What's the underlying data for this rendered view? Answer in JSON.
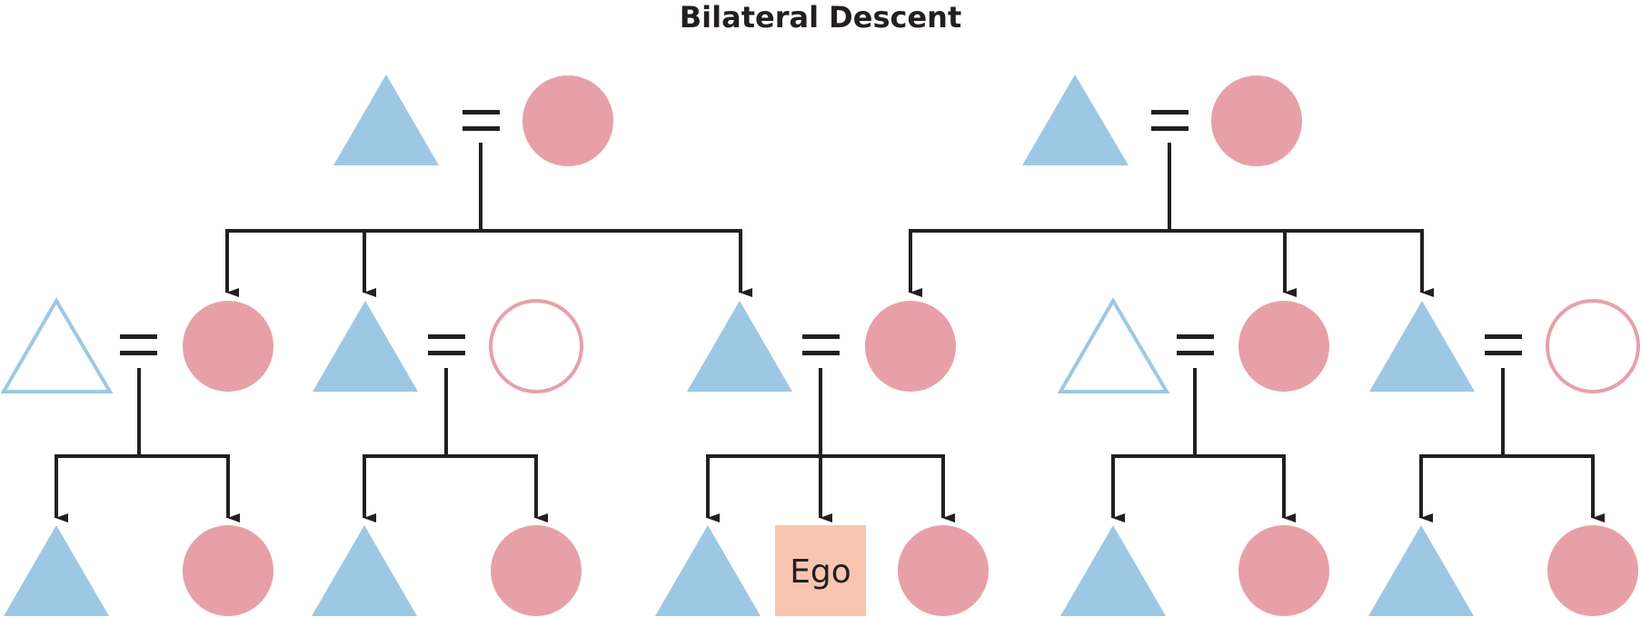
{
  "title": "Bilateral Descent",
  "ego_label": "Ego",
  "colors": {
    "male": "#9dc8e4",
    "female": "#e7a0a8",
    "ego": "#f8c5b0",
    "line": "#231f20",
    "text": "#231f20"
  },
  "legend_semantics": {
    "triangle": "male",
    "circle": "female",
    "square": "ego",
    "double-bar": "marriage",
    "outline": "in-law (no blood relation)"
  }
}
